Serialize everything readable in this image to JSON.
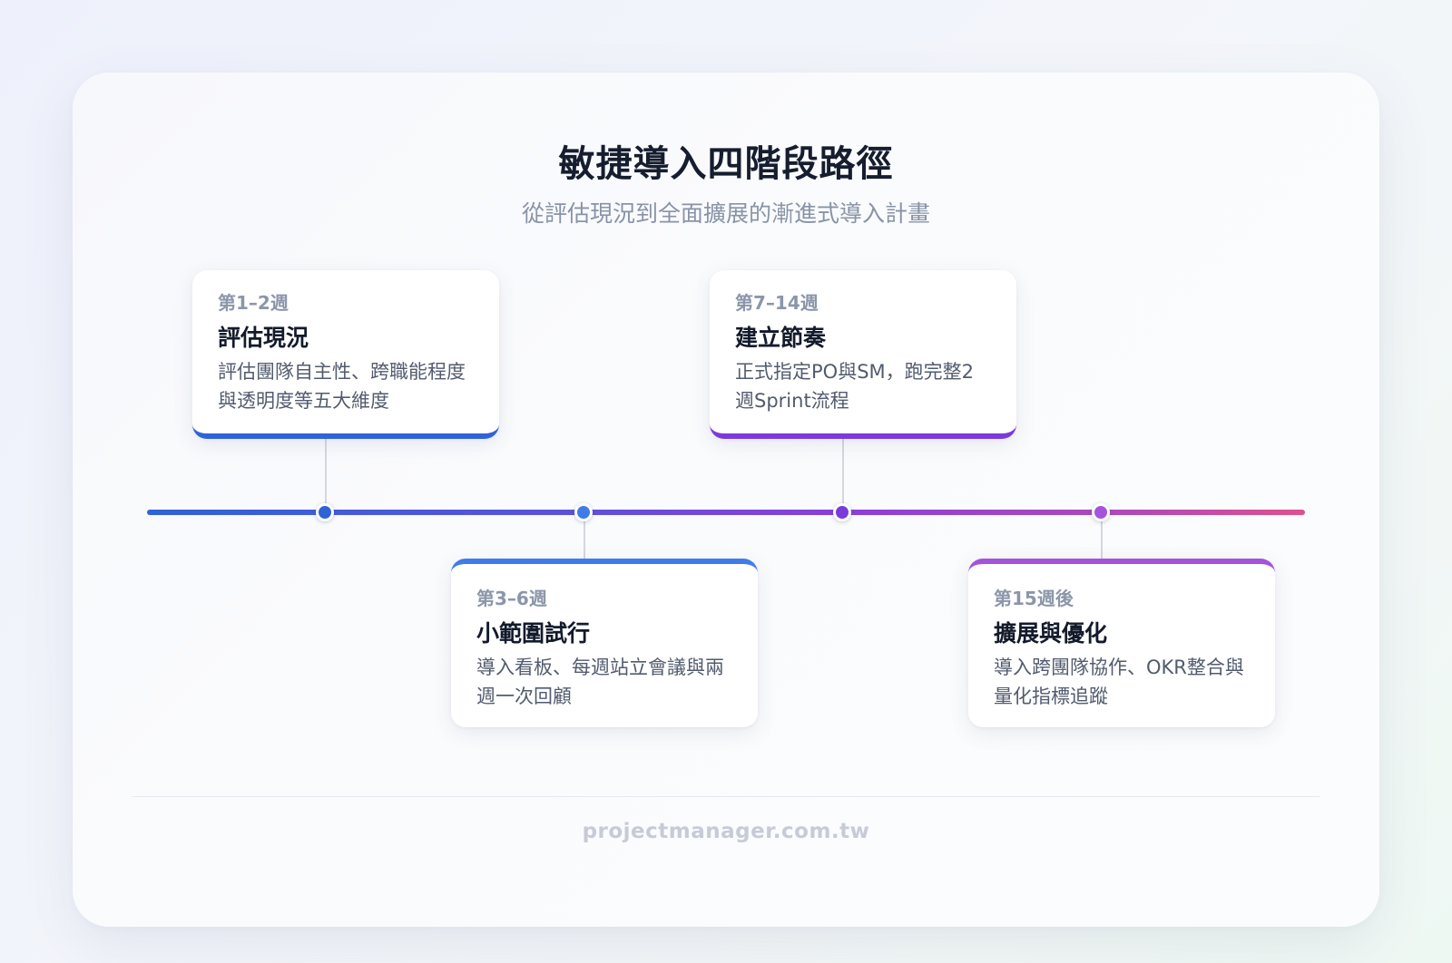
{
  "title": "敏捷導入四階段路徑",
  "subtitle": "從評估現況到全面擴展的漸進式導入計畫",
  "stages": [
    {
      "period": "第1–2週",
      "title": "評估現況",
      "description": "評估團隊自主性、跨職能程度與透明度等五大維度",
      "color": "#2f63d8"
    },
    {
      "period": "第3–6週",
      "title": "小範圍試行",
      "description": "導入看板、每週站立會議與兩週一次回顧",
      "color": "#3f7ce8"
    },
    {
      "period": "第7–14週",
      "title": "建立節奏",
      "description": "正式指定PO與SM，跑完整2週Sprint流程",
      "color": "#7c3adb"
    },
    {
      "period": "第15週後",
      "title": "擴展與優化",
      "description": "導入跨團隊協作、OKR整合與量化指標追蹤",
      "color": "#a552dc"
    }
  ],
  "footer": "projectmanager.com.tw"
}
